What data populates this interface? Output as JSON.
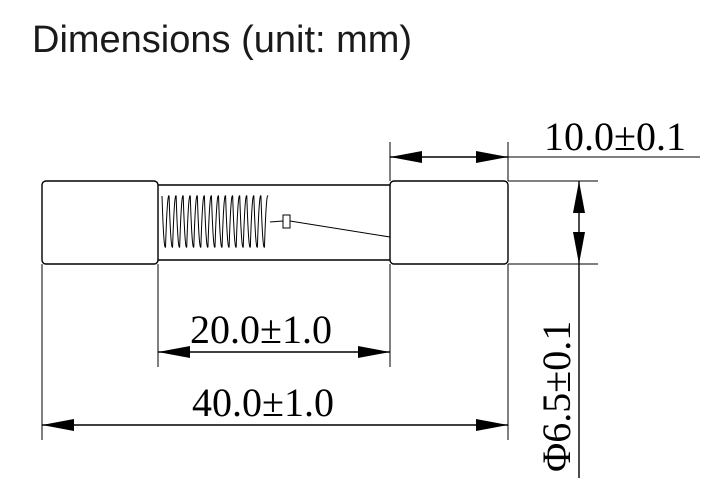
{
  "title": "Dimensions (unit: mm)",
  "dimensions": {
    "cap_length": "10.0±0.1",
    "inner_length": "20.0±1.0",
    "overall_length": "40.0±1.0",
    "diameter": "Φ6.5±0.1"
  },
  "colors": {
    "line": "#000000",
    "title_text": "#1a1a1a",
    "background": "#ffffff"
  }
}
